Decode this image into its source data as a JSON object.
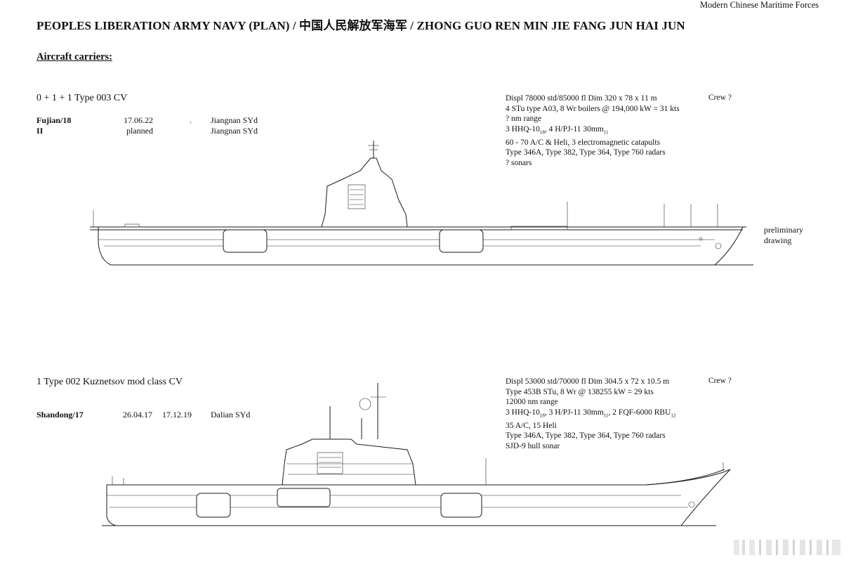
{
  "header": {
    "series": "Modern Chinese Maritime Forces",
    "title": "PEOPLES LIBERATION ARMY NAVY (PLAN) / 中国人民解放军海军 / ZHONG GUO REN MIN JIE FANG JUN HAI JUN"
  },
  "section": {
    "heading": "Aircraft carriers:"
  },
  "classes": [
    {
      "title": "0 + 1 + 1 Type 003 CV",
      "ships": [
        {
          "name": "Fujian/18",
          "date1": "17.06.22",
          "date2": ".",
          "yard": "Jiangnan SYd"
        },
        {
          "name": "II",
          "date1": "planned",
          "date2": "",
          "yard": "Jiangnan SYd"
        }
      ],
      "specs": {
        "line1": "Displ 78000 std/85000 fl    Dim 320 x 78 x 11 m",
        "line2": "4 STu type A03, 8 Wr boilers @ 194,000 kW = 31 kts",
        "line3": "? nm range",
        "line4_main": "3 HHQ-10",
        "line4_sub1": "18",
        "line4_mid": ", 4 H/PJ-11 30mm",
        "line4_sub2": "11",
        "line5": "60 - 70 A/C & Heli, 3 electromagnetic catapults",
        "line6": "Type 346A, Type 382, Type 364, Type 760 radars",
        "line7": "? sonars"
      },
      "crew": "Crew ?",
      "note": [
        "preliminary",
        "drawing"
      ]
    },
    {
      "title": "1 Type 002 Kuznetsov mod class CV",
      "ships": [
        {
          "name": "Shandong/17",
          "date1": "26.04.17",
          "date2": "17.12.19",
          "yard": "Dalian SYd"
        }
      ],
      "specs": {
        "line1": "Displ 53000 std/70000 fl    Dim 304.5 x 72 x 10.5 m",
        "line2": "Type 453B STu, 8 Wr @ 138255 kW = 29 kts",
        "line3": "12000 nm range",
        "line4_main": "3 HHQ-10",
        "line4_sub1": "18",
        "line4_mid": ", 3 H/PJ-11 30mm",
        "line4_sub2": "11",
        "line4_end": ", 2 FQF-6000 RBU",
        "line4_sub3": "12",
        "line5": "35 A/C, 15 Heli",
        "line6": "Type 346A, Type 382, Type 364, Type 760 radars",
        "line7": "SJD-9 hull sonar"
      },
      "crew": "Crew ?"
    }
  ]
}
